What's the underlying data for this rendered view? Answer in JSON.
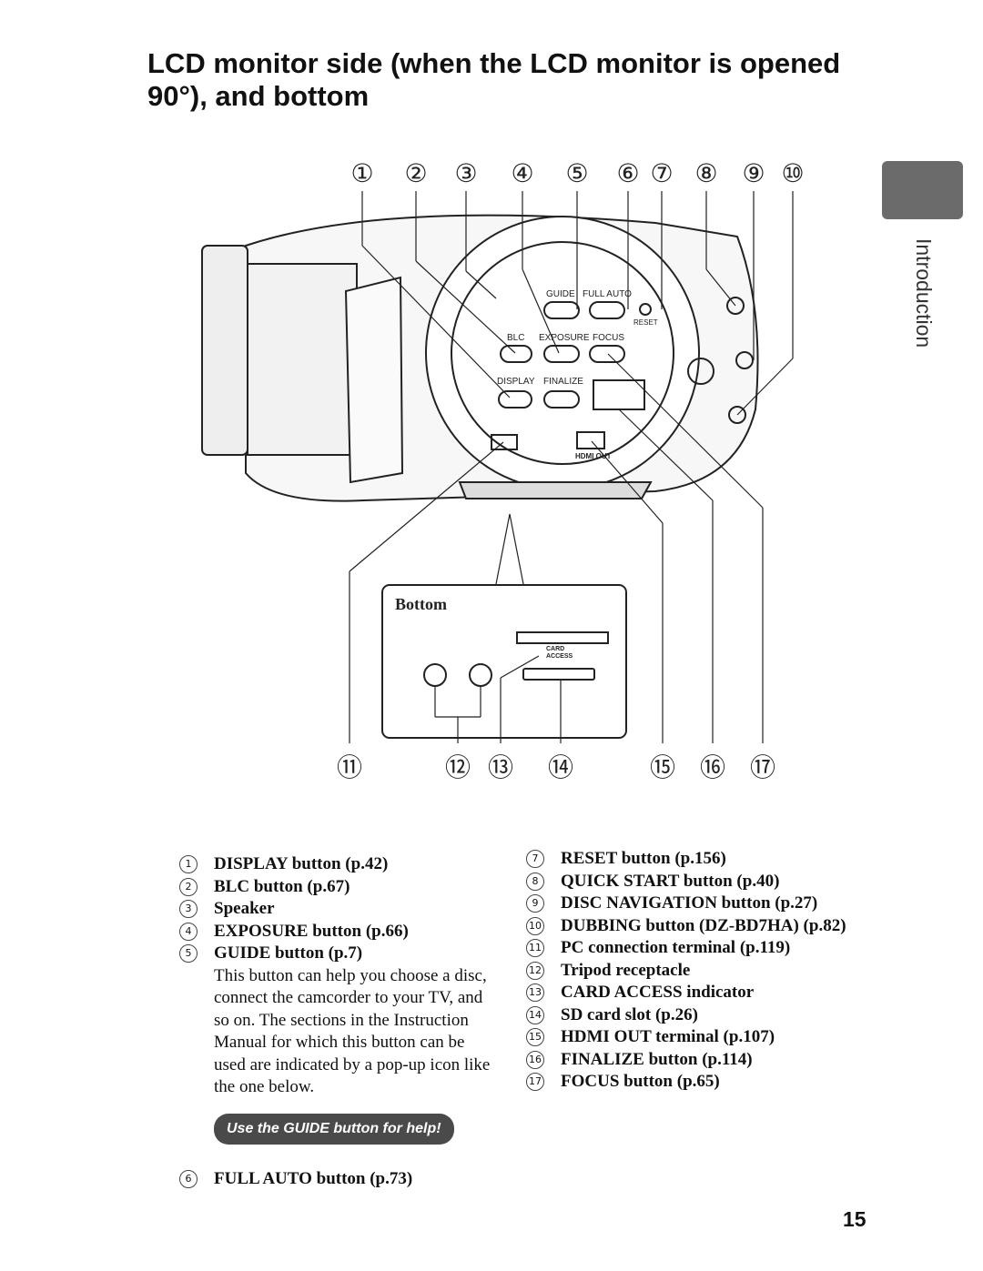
{
  "page": {
    "title": "LCD monitor side (when the LCD monitor is opened 90°), and bottom",
    "side_tab_label": "Introduction",
    "page_number": "15"
  },
  "diagram": {
    "callouts_top": [
      "①",
      "②",
      "③",
      "④",
      "⑤",
      "⑥",
      "⑦",
      "⑧",
      "⑨",
      "⑩"
    ],
    "callouts_bottom": [
      "⑪",
      "⑫",
      "⑬",
      "⑭",
      "⑮",
      "⑯",
      "⑰"
    ],
    "button_labels": {
      "guide": "GUIDE",
      "full_auto": "FULL AUTO",
      "reset": "RESET",
      "blc": "BLC",
      "exposure": "EXPOSURE",
      "focus": "FOCUS",
      "display": "DISPLAY",
      "finalize": "FINALIZE",
      "hdmi_out": "HDMI OUT"
    },
    "bottom_inset_label": "Bottom",
    "card_access": [
      "CARD",
      "ACCESS"
    ]
  },
  "legend_left": [
    {
      "num": "1",
      "text": "DISPLAY button (p.42)"
    },
    {
      "num": "2",
      "text": "BLC button (p.67)"
    },
    {
      "num": "3",
      "text": "Speaker"
    },
    {
      "num": "4",
      "text": "EXPOSURE button (p.66)"
    },
    {
      "num": "5",
      "text": "GUIDE button (p.7)"
    }
  ],
  "guide_description": "This button can help you choose a disc, connect the camcorder to your TV, and so on. The sections in the Instruction Manual for which this button can be used are indicated by a pop-up icon like the one below.",
  "help_pill": "Use the GUIDE button for help!",
  "legend_left_last": {
    "num": "6",
    "text": "FULL AUTO button (p.73)"
  },
  "legend_right": [
    {
      "num": "7",
      "text": "RESET button (p.156)"
    },
    {
      "num": "8",
      "text": "QUICK START button (p.40)"
    },
    {
      "num": "9",
      "text": "DISC NAVIGATION button (p.27)"
    },
    {
      "num": "10",
      "text": "DUBBING button (DZ-BD7HA) (p.82)"
    },
    {
      "num": "11",
      "text": "PC connection terminal (p.119)"
    },
    {
      "num": "12",
      "text": "Tripod receptacle"
    },
    {
      "num": "13",
      "text": "CARD ACCESS indicator"
    },
    {
      "num": "14",
      "text": "SD card slot (p.26)"
    },
    {
      "num": "15",
      "text": "HDMI OUT terminal (p.107)"
    },
    {
      "num": "16",
      "text": "FINALIZE button (p.114)"
    },
    {
      "num": "17",
      "text": "FOCUS button (p.65)"
    }
  ]
}
